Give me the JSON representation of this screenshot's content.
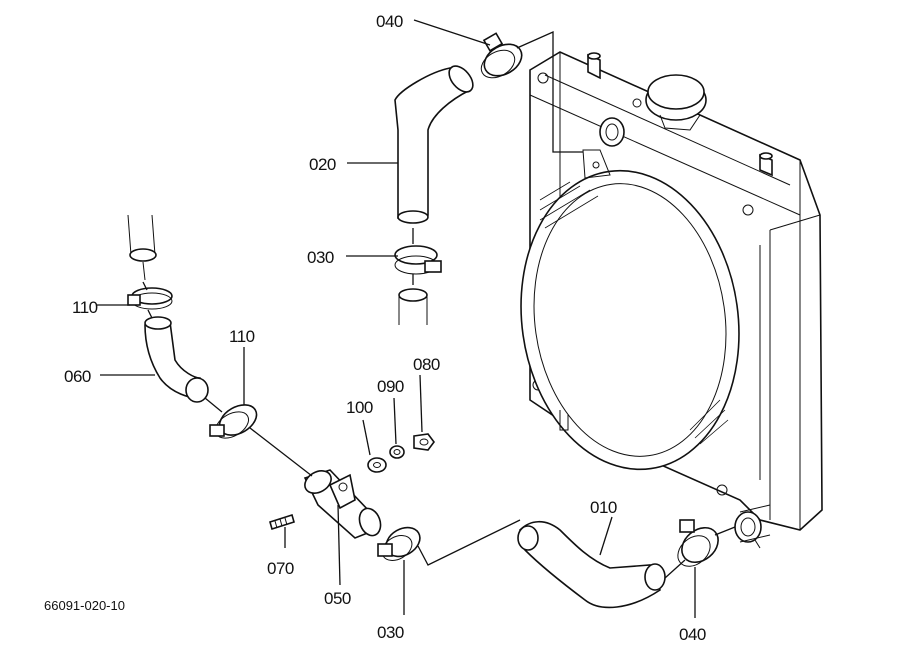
{
  "labels": {
    "p040_top": "040",
    "p020": "020",
    "p030_top": "030",
    "p110_left": "110",
    "p110_mid": "110",
    "p060": "060",
    "p100": "100",
    "p090": "090",
    "p080": "080",
    "p010": "010",
    "p070": "070",
    "p050": "050",
    "p030_bottom": "030",
    "p040_bottom": "040"
  },
  "figure_code": "66091-020-10"
}
